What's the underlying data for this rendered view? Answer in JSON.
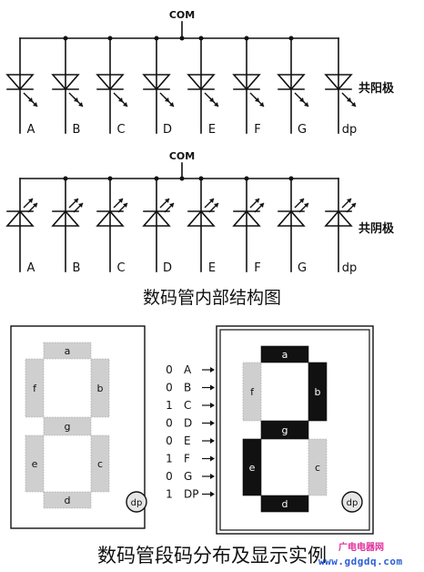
{
  "top_circuit": {
    "com_label": "COM",
    "type_label": "共阳极",
    "pins": [
      "A",
      "B",
      "C",
      "D",
      "E",
      "F",
      "G",
      "dp"
    ]
  },
  "bottom_circuit": {
    "com_label": "COM",
    "type_label": "共阴极",
    "pins": [
      "A",
      "B",
      "C",
      "D",
      "E",
      "F",
      "G",
      "dp"
    ]
  },
  "structure_caption": "数码管内部结构图",
  "left_display": {
    "segments": [
      "a",
      "b",
      "c",
      "d",
      "e",
      "f",
      "g"
    ],
    "dp_label": "dp"
  },
  "right_display": {
    "segments": [
      "a",
      "b",
      "c",
      "d",
      "e",
      "f",
      "g"
    ],
    "dp_label": "dp",
    "lit": [
      "a",
      "b",
      "e",
      "g",
      "d"
    ]
  },
  "code_table": [
    {
      "bit": "0",
      "pin": "A"
    },
    {
      "bit": "0",
      "pin": "B"
    },
    {
      "bit": "1",
      "pin": "C"
    },
    {
      "bit": "0",
      "pin": "D"
    },
    {
      "bit": "0",
      "pin": "E"
    },
    {
      "bit": "1",
      "pin": "F"
    },
    {
      "bit": "0",
      "pin": "G"
    },
    {
      "bit": "1",
      "pin": "DP"
    }
  ],
  "distribution_caption": "数码管段码分布及显示实例",
  "watermark": {
    "line1": "广电电器网",
    "line2": "www.gdgdq.com"
  }
}
